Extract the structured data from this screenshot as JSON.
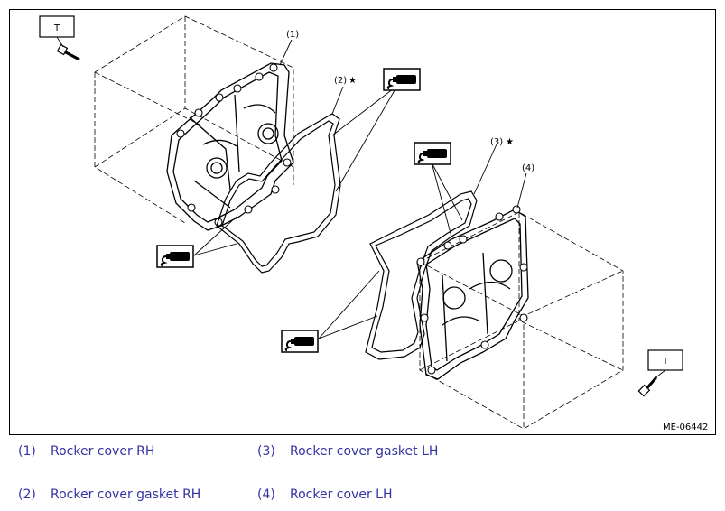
{
  "figure_ref": "ME-06442",
  "labels": {
    "torque_tag": "T",
    "star": "★",
    "callouts": [
      {
        "num": "(1)"
      },
      {
        "num": "(2)"
      },
      {
        "num": "(3)"
      },
      {
        "num": "(4)"
      }
    ]
  },
  "legend": [
    {
      "num": "(1)",
      "text": "Rocker cover RH"
    },
    {
      "num": "(3)",
      "text": "Rocker cover gasket LH"
    },
    {
      "num": "(2)",
      "text": "Rocker cover gasket RH"
    },
    {
      "num": "(4)",
      "text": "Rocker cover LH"
    }
  ],
  "colors": {
    "legend_text": "#3333a3",
    "line": "#000000"
  },
  "icons": [
    "sealant-icon",
    "bolt-icon"
  ]
}
